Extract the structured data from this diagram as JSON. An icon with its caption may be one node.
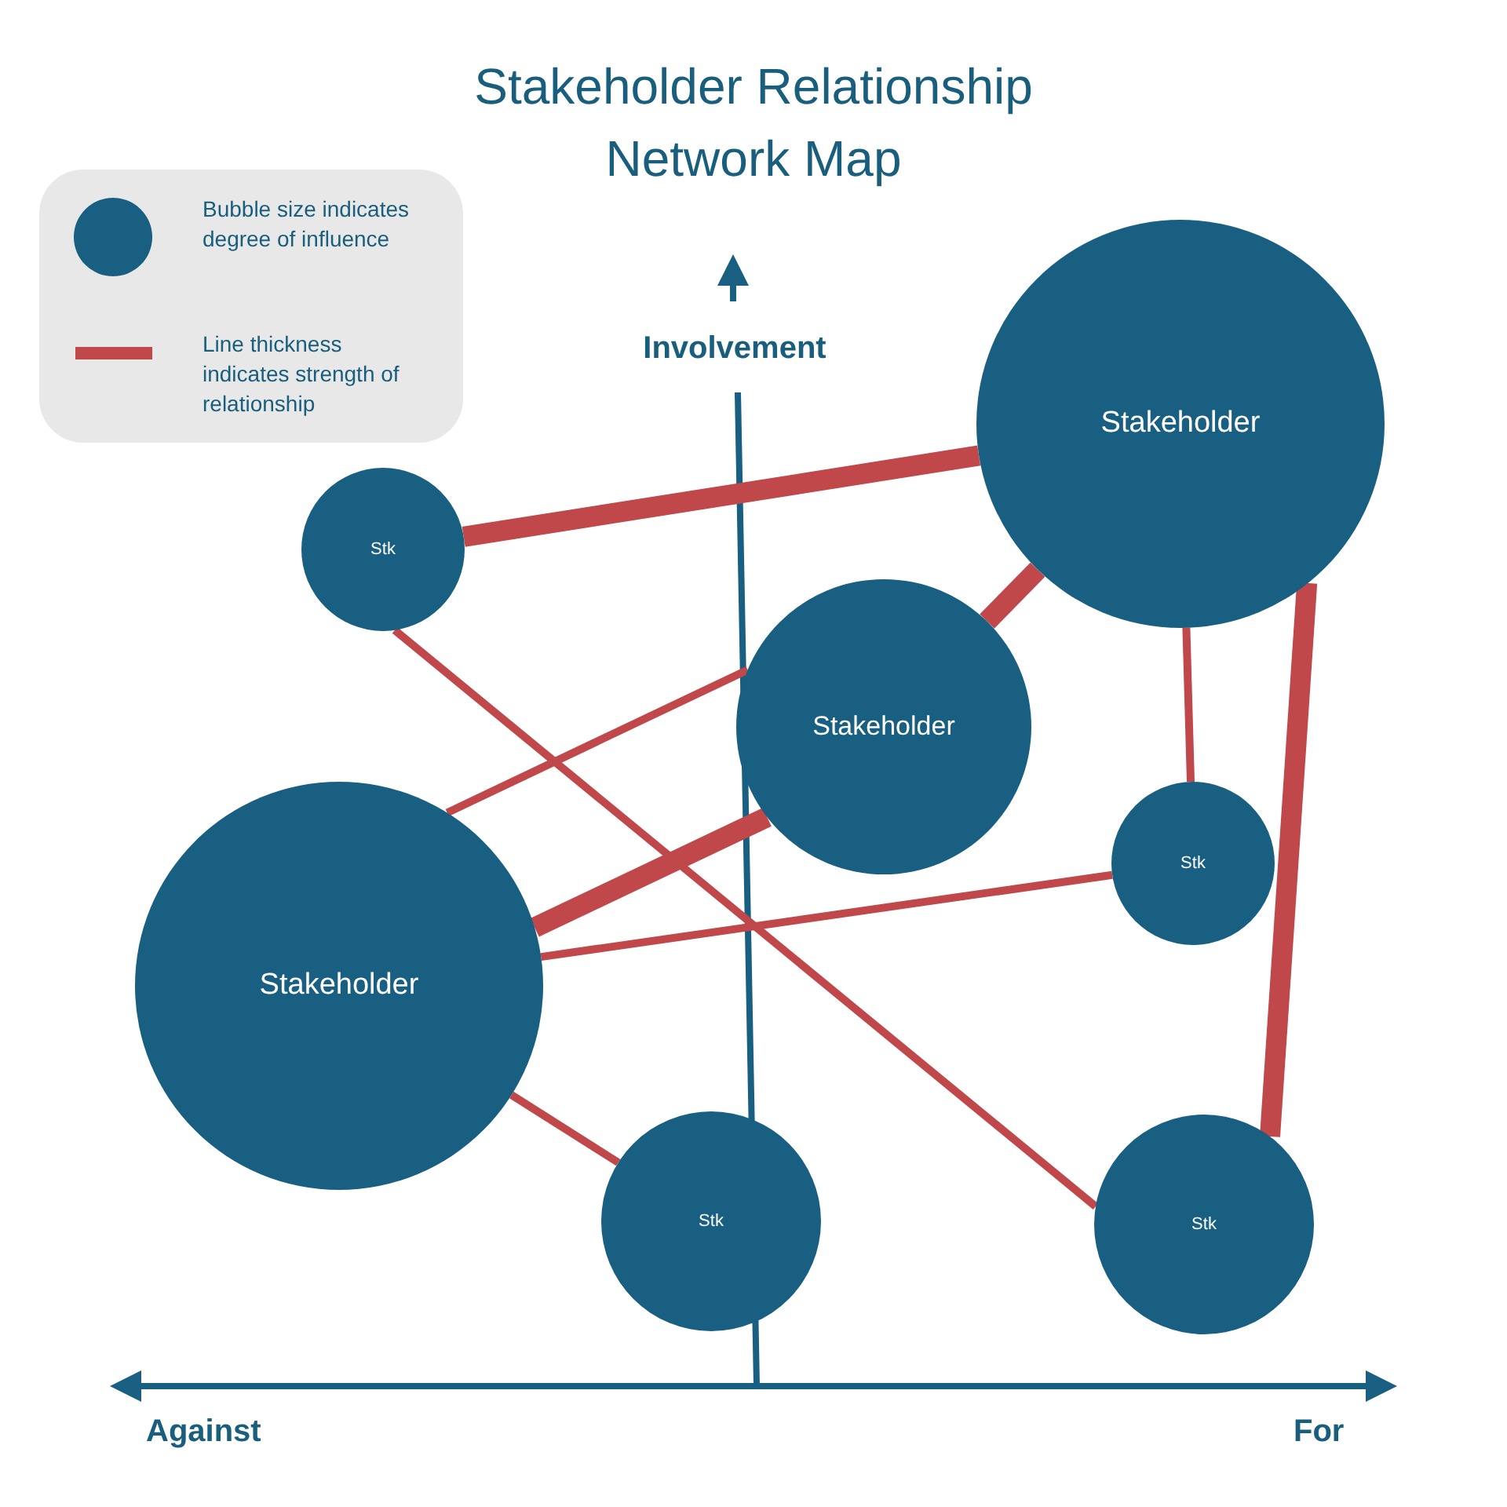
{
  "diagram": {
    "title": "Stakeholder Relationship Network Map",
    "nodes": [
      {
        "text": [
          "Stakeholder"
        ]
      },
      {
        "text": [
          "Stk"
        ]
      },
      {
        "text": [
          "Stakeholder"
        ]
      },
      {
        "text": [
          "Stk"
        ]
      },
      {
        "text": [
          "Stakeholder"
        ]
      },
      {
        "text": [
          "Stk"
        ]
      },
      {
        "text": [
          "Stk"
        ]
      }
    ],
    "edges": [
      {
        "from": 1,
        "to": 0,
        "arrow": "none",
        "style": "thick"
      },
      {
        "from": 2,
        "to": 0,
        "arrow": "none",
        "style": "thick"
      },
      {
        "from": 0,
        "to": 3,
        "arrow": "none"
      },
      {
        "from": 0,
        "to": 6,
        "arrow": "none",
        "style": "thick"
      },
      {
        "from": 1,
        "to": 6,
        "arrow": "none"
      },
      {
        "from": 4,
        "to": 2,
        "arrow": "none"
      },
      {
        "from": 4,
        "to": 2,
        "arrow": "none",
        "style": "thick"
      },
      {
        "from": 4,
        "to": 3,
        "arrow": "none"
      },
      {
        "from": 4,
        "to": 5,
        "arrow": "none"
      }
    ],
    "labels": [
      "Involvement",
      "Against",
      "For"
    ],
    "legend": [
      {
        "text": "Bubble size indicates degree of influence"
      },
      {
        "text": "Line thickness indicates strength of relationship"
      }
    ]
  }
}
